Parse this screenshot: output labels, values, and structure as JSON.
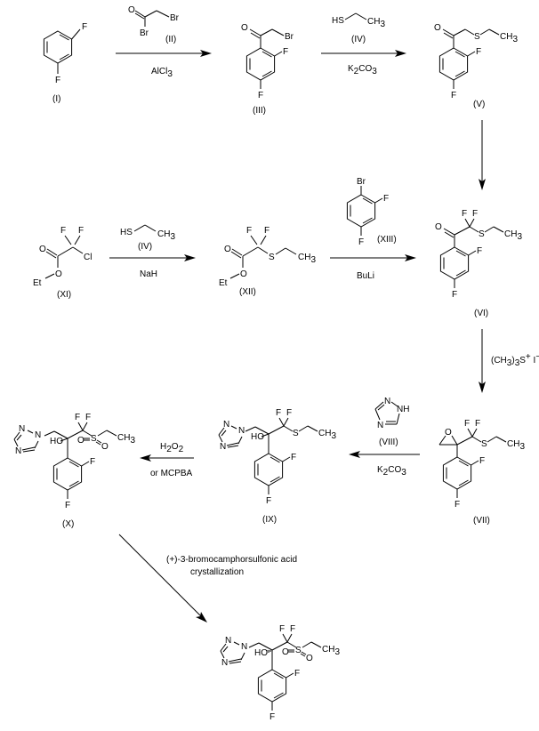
{
  "title": "Synthesis scheme of (2,4-difluorophenyl) triazolyl sulfonyl alcohol",
  "compounds": {
    "I": {
      "label": "(I)",
      "atoms": [
        "F",
        "F"
      ]
    },
    "II": {
      "label": "(II)",
      "atoms": [
        "O",
        "Br",
        "Br"
      ]
    },
    "III": {
      "label": "(III)",
      "atoms": [
        "O",
        "Br",
        "F",
        "F"
      ]
    },
    "IV": {
      "label": "(IV)",
      "atoms": [
        "HS",
        "CH",
        "3"
      ]
    },
    "V": {
      "label": "(V)",
      "atoms": [
        "O",
        "S",
        "CH",
        "3",
        "F",
        "F"
      ]
    },
    "VI": {
      "label": "(VI)",
      "atoms": [
        "F",
        "F",
        "O",
        "S",
        "CH",
        "3",
        "F",
        "F"
      ]
    },
    "VII": {
      "label": "(VII)",
      "atoms": [
        "O",
        "F",
        "F",
        "S",
        "CH",
        "3",
        "F",
        "F"
      ]
    },
    "VIII": {
      "label": "(VIII)",
      "atoms": [
        "N",
        "NH",
        "N"
      ]
    },
    "IX": {
      "label": "(IX)",
      "atoms": [
        "N",
        "N",
        "N",
        "HO",
        "F",
        "F",
        "S",
        "CH",
        "3",
        "F",
        "F"
      ]
    },
    "X": {
      "label": "(X)",
      "atoms": [
        "N",
        "N",
        "N",
        "HO",
        "F",
        "F",
        "O",
        "S",
        "O",
        "CH",
        "3",
        "F",
        "F"
      ]
    },
    "XI": {
      "label": "(XI)",
      "atoms": [
        "F",
        "F",
        "O",
        "Cl",
        "O",
        "Et"
      ]
    },
    "XII": {
      "label": "(XII)",
      "atoms": [
        "F",
        "F",
        "O",
        "S",
        "CH",
        "3",
        "O",
        "Et"
      ]
    },
    "XIII": {
      "label": "(XIII)",
      "atoms": [
        "Br",
        "F",
        "F"
      ]
    },
    "final": {
      "label": "",
      "atoms": [
        "N",
        "N",
        "N",
        "HO",
        "F",
        "F",
        "O",
        "S",
        "O",
        "CH",
        "3",
        "F",
        "F"
      ]
    }
  },
  "reagents": {
    "step1": {
      "above": "(II)",
      "below": "AlCl",
      "below_sub": "3"
    },
    "step2": {
      "above": "(IV)",
      "below_parts": [
        "K",
        "2",
        "CO",
        "3"
      ]
    },
    "step3": {
      "above": "(IV)",
      "below": "NaH"
    },
    "step4": {
      "above": "(XIII)",
      "below": "BuLi"
    },
    "step5": {
      "parts": [
        "(CH",
        "3",
        ")",
        "3",
        "S",
        "+",
        " I",
        "−"
      ]
    },
    "step6": {
      "above": "(VIII)",
      "below_parts": [
        "K",
        "2",
        "CO",
        "3"
      ]
    },
    "step7": {
      "above_parts": [
        "H",
        "2",
        "O",
        "2"
      ],
      "below": "or MCPBA"
    },
    "step8": {
      "line1": "(+)-3-bromocamphorsulfonic acid",
      "line2": "crystallization"
    }
  }
}
